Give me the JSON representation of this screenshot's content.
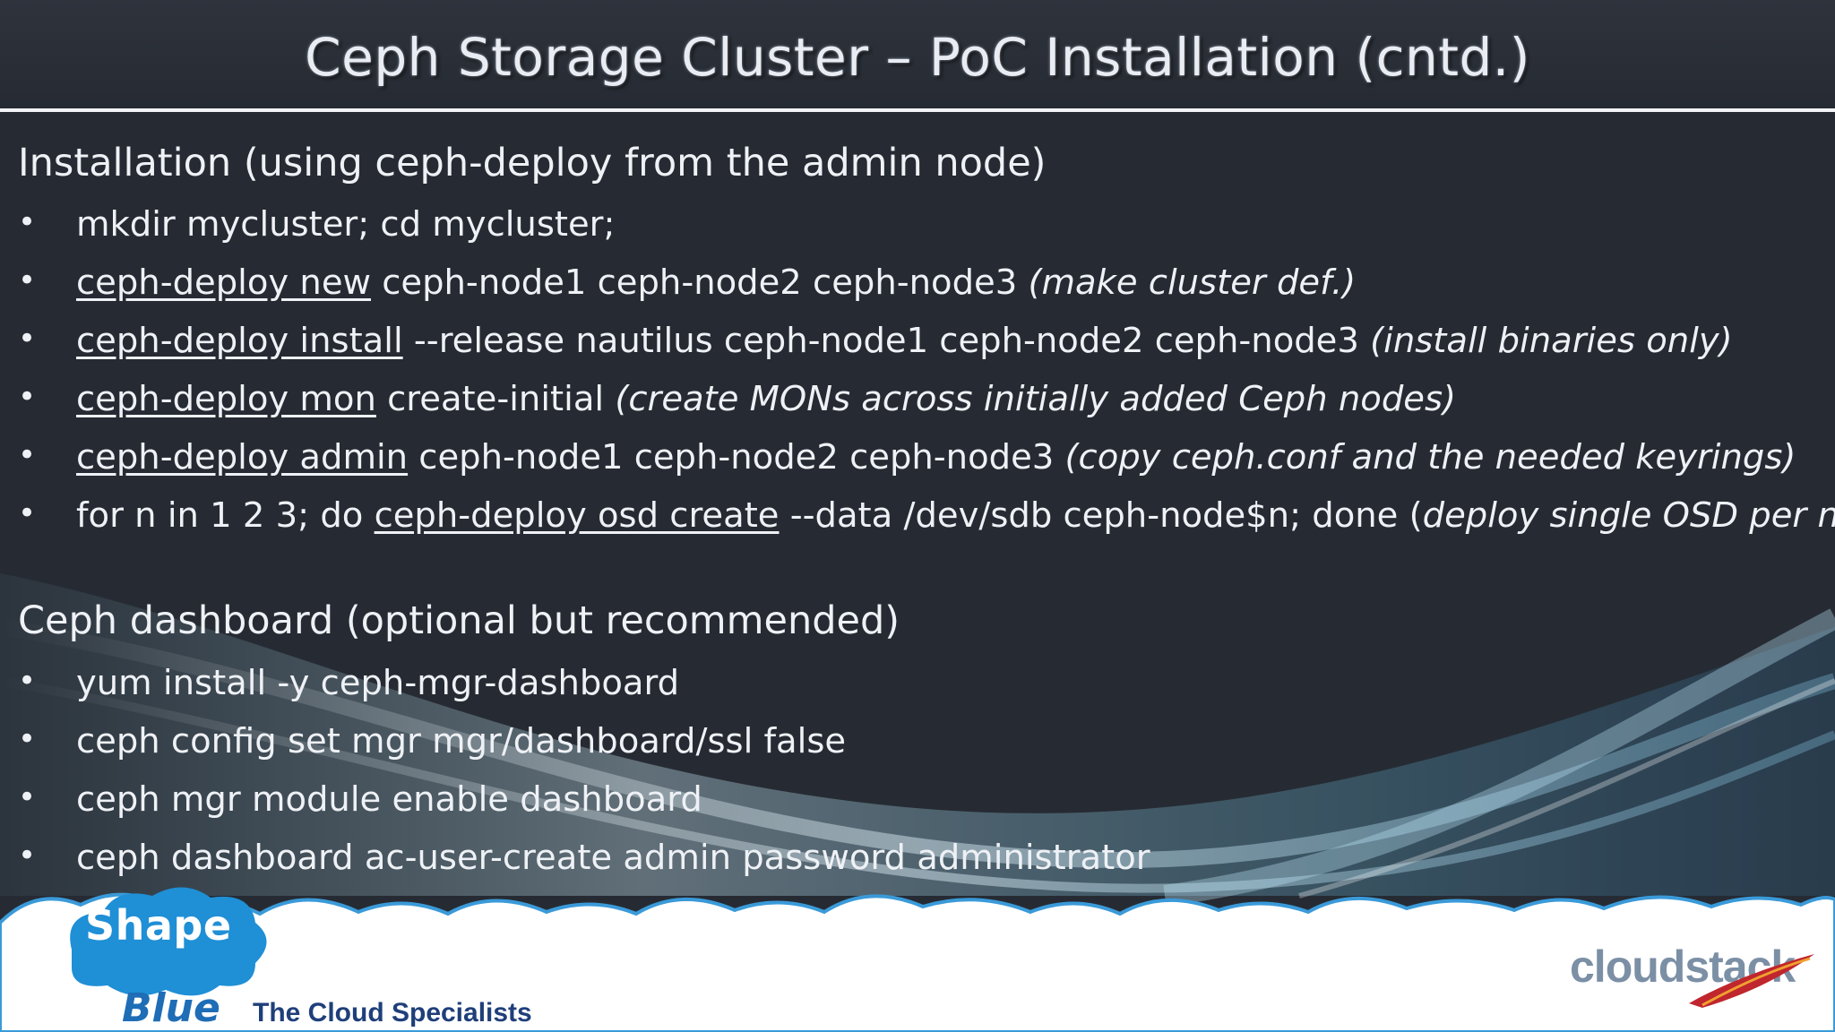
{
  "title": "Ceph Storage Cluster – PoC Installation (cntd.)",
  "sections": [
    {
      "heading": "Installation (using ceph-deploy from the admin node)",
      "bullets": [
        [
          {
            "t": "mkdir mycluster; cd mycluster;",
            "s": ""
          }
        ],
        [
          {
            "t": "ceph-deploy new",
            "s": "u"
          },
          {
            "t": " ceph-node1 ceph-node2 ceph-node3 ",
            "s": ""
          },
          {
            "t": "(make cluster def.)",
            "s": "i"
          }
        ],
        [
          {
            "t": "ceph-deploy install",
            "s": "u"
          },
          {
            "t": " --release nautilus ceph-node1 ceph-node2 ceph-node3 ",
            "s": ""
          },
          {
            "t": "(install binaries only)",
            "s": "i"
          }
        ],
        [
          {
            "t": "ceph-deploy mon",
            "s": "u"
          },
          {
            "t": " create-initial ",
            "s": ""
          },
          {
            "t": "(create MONs across initially added Ceph nodes)",
            "s": "i"
          }
        ],
        [
          {
            "t": "ceph-deploy admin",
            "s": "u"
          },
          {
            "t": " ceph-node1 ceph-node2 ceph-node3 ",
            "s": ""
          },
          {
            "t": "(copy ceph.conf and the needed keyrings)",
            "s": "i"
          }
        ],
        [
          {
            "t": "for n in 1 2 3; do ",
            "s": ""
          },
          {
            "t": "ceph-deploy osd create",
            "s": "u"
          },
          {
            "t": " --data /dev/sdb ceph-node$n; done (",
            "s": ""
          },
          {
            "t": "deploy single OSD per node)",
            "s": "i"
          }
        ]
      ]
    },
    {
      "heading": "Ceph dashboard (optional but recommended)",
      "bullets": [
        [
          {
            "t": "yum install -y ceph-mgr-dashboard",
            "s": ""
          }
        ],
        [
          {
            "t": "ceph config set mgr mgr/dashboard/ssl false",
            "s": ""
          }
        ],
        [
          {
            "t": "ceph mgr module enable dashboard",
            "s": ""
          }
        ],
        [
          {
            "t": "ceph dashboard ac-user-create admin password administrator",
            "s": ""
          }
        ]
      ]
    }
  ],
  "bullet_glyph": "•",
  "footer": {
    "logo_top": "Shape",
    "logo_bottom": "Blue",
    "tagline": "The Cloud Specialists",
    "right_logo": "cloudstack"
  },
  "colors": {
    "background": "#262b33",
    "text": "#eef1f5",
    "footer_cloud": "#ffffff",
    "cloud_outline": "#3a9ad9",
    "logo_blue": "#1e6db6"
  }
}
